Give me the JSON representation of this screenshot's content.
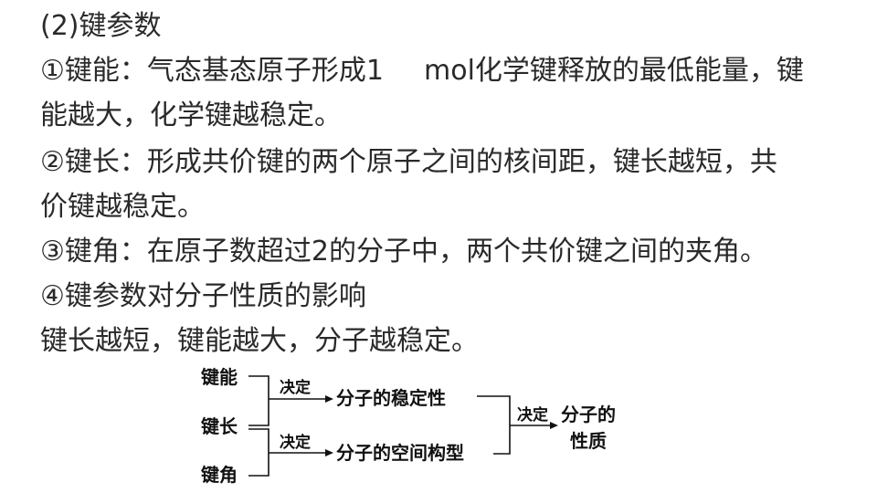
{
  "heading": "(2)键参数",
  "items": [
    {
      "line1_a": "①键能：气态基态原子形成1",
      "line1_b": "mol化学键释放的最低能量，键",
      "line2": "能越大，化学键越稳定。"
    },
    {
      "line1": "②键长：形成共价键的两个原子之间的核间距，键长越短，共",
      "line2": "价键越稳定。"
    },
    {
      "line1": "③键角：在原子数超过2的分子中，两个共价键之间的夹角。"
    },
    {
      "line1": "④键参数对分子性质的影响"
    }
  ],
  "summary": "键长越短，键能越大，分子越稳定。",
  "diagram": {
    "inputs": [
      "键能",
      "键长",
      "键角"
    ],
    "arrow_label": "决定",
    "mid": [
      "分子的稳定性",
      "分子的空间构型"
    ],
    "final_label": "决定",
    "final_line1": "分子的",
    "final_line2": "性质"
  },
  "colors": {
    "text": "#2a2a2a",
    "diagram": "#111111",
    "background": "#ffffff"
  }
}
